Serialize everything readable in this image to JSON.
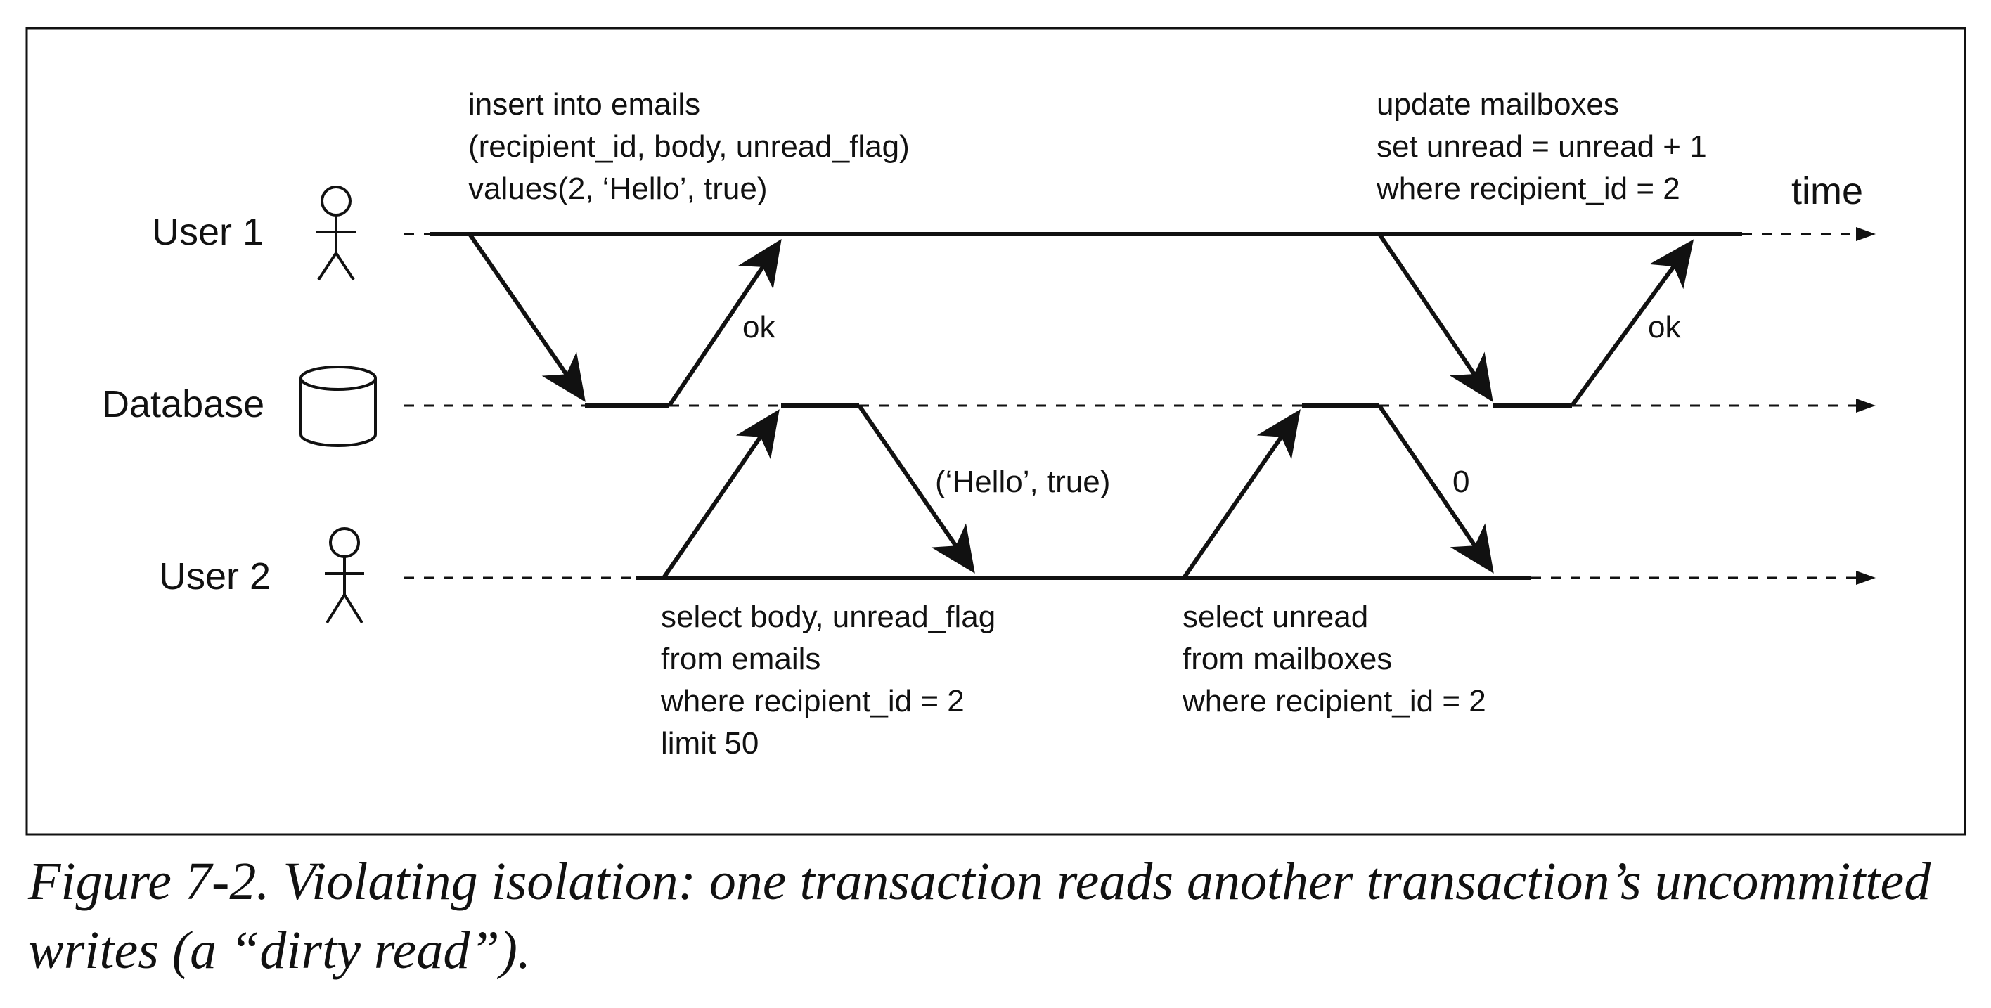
{
  "actors": {
    "user1": "User 1",
    "database": "Database",
    "user2": "User 2"
  },
  "axis": {
    "time_label": "time"
  },
  "messages": {
    "insert_query": [
      "insert into emails",
      "(recipient_id, body, unread_flag)",
      "values(2, ‘Hello’, true)"
    ],
    "update_query": [
      "update mailboxes",
      "set unread = unread + 1",
      "where recipient_id = 2"
    ],
    "select_body_query": [
      "select body, unread_flag",
      "from emails",
      "where recipient_id = 2",
      "limit 50"
    ],
    "select_unread_query": [
      "select unread",
      "from mailboxes",
      "where recipient_id = 2"
    ],
    "ok_insert": "ok",
    "ok_update": "ok",
    "hello_result": "(‘Hello’, true)",
    "zero_result": "0"
  },
  "caption": "Figure 7-2. Violating isolation: one transaction reads another transaction’s uncommitted writes (a “dirty read”)."
}
